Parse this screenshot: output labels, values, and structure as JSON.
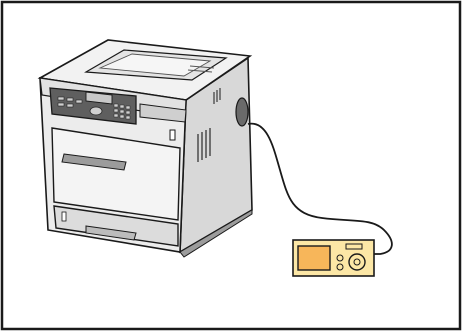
{
  "diagram": {
    "devices": [
      {
        "id": "printer",
        "icon": "laser-printer-icon"
      },
      {
        "id": "camera",
        "icon": "digital-camera-icon"
      }
    ],
    "connection": {
      "from": "printer",
      "to": "camera",
      "icon": "usb-cable-icon"
    },
    "colors": {
      "printer_light": "#f2f2f2",
      "printer_mid": "#d8d8d8",
      "printer_dark": "#9c9c9c",
      "panel": "#5f5f5f",
      "lcd": "#c9c9c9",
      "camera_body": "#fce7a6",
      "camera_screen": "#f7b65a",
      "outline": "#1a1a1a"
    }
  }
}
